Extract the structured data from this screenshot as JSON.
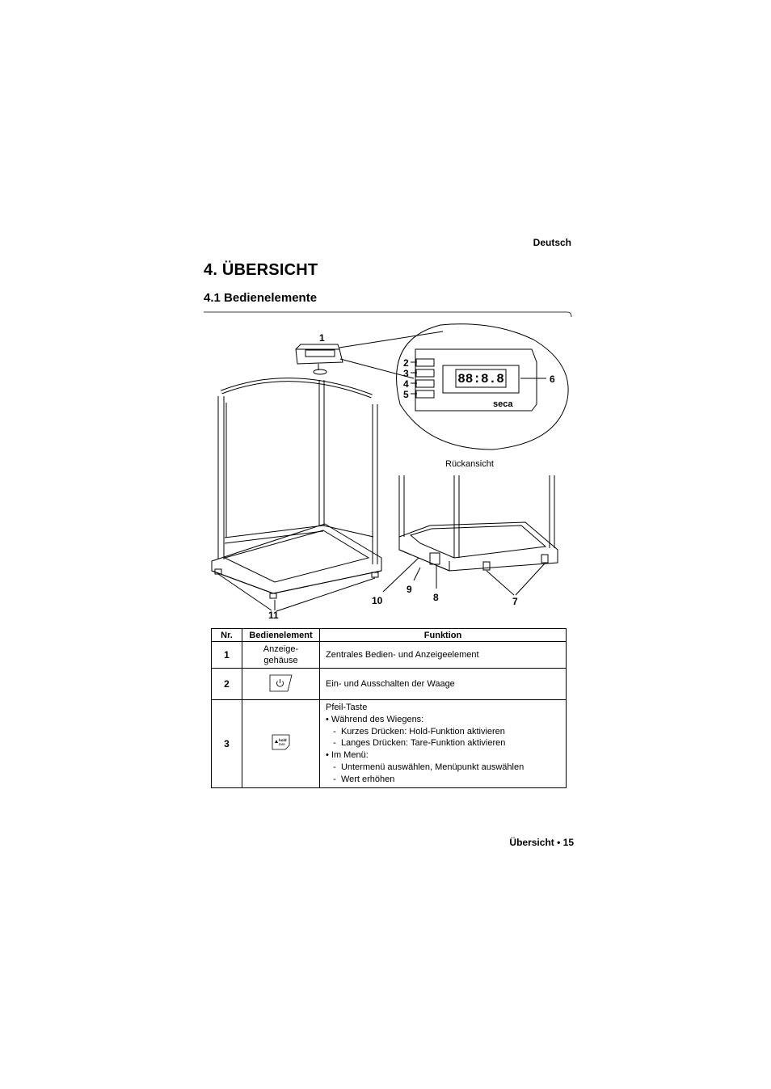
{
  "header": {
    "language": "Deutsch"
  },
  "chapter": {
    "title": "4. ÜBERSICHT"
  },
  "section": {
    "title": "4.1 Bedienelemente"
  },
  "figure": {
    "callouts": [
      "1",
      "2",
      "3",
      "4",
      "5",
      "6",
      "7",
      "8",
      "9",
      "10",
      "11"
    ],
    "display_reading": "88:8.8",
    "brand": "seca",
    "rear_view_label": "Rückansicht"
  },
  "table": {
    "headers": [
      "Nr.",
      "Bedienelement",
      "Funktion"
    ],
    "rows": [
      {
        "nr": "1",
        "element": "Anzeige-\ngehäuse",
        "function_lines": [
          "Zentrales Bedien- und Anzeigeelement"
        ]
      },
      {
        "nr": "2",
        "element_icon": "power-key-icon",
        "function_lines": [
          "Ein- und Ausschalten der Waage"
        ]
      },
      {
        "nr": "3",
        "element_icon": "arrow-hold-tare-key-icon",
        "key_text": [
          "hold",
          "tare"
        ],
        "function_lines": [
          "Pfeil-Taste",
          "• Während des Wiegens:",
          "   -  Kurzes Drücken: Hold-Funktion aktivieren",
          "   -  Langes Drücken: Tare-Funktion aktivieren",
          "• Im Menü:",
          "   -  Untermenü auswählen, Menüpunkt auswählen",
          "   -  Wert erhöhen"
        ]
      }
    ]
  },
  "footer": {
    "page_label": "Übersicht • 15"
  }
}
